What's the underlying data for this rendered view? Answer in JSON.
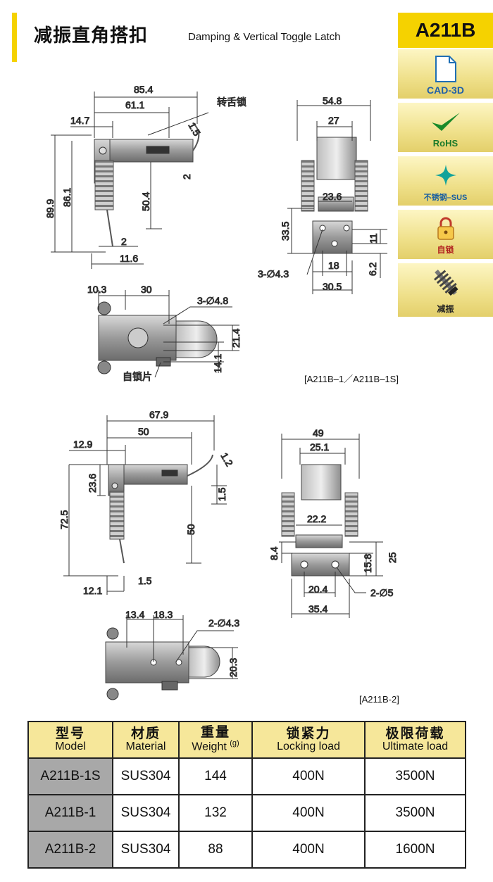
{
  "header": {
    "title_cn": "减振直角搭扣",
    "title_en": "Damping & Vertical Toggle Latch",
    "model": "A211B"
  },
  "badges": [
    {
      "label": "CAD-3D",
      "icon": "document-icon"
    },
    {
      "label": "RoHS",
      "icon": "checkmark-icon"
    },
    {
      "label": "不锈钢–SUS",
      "icon": "sparkle-icon"
    },
    {
      "label": "自锁",
      "icon": "padlock-icon"
    },
    {
      "label": "减振",
      "icon": "spring-icon"
    }
  ],
  "drawing": {
    "top_left": {
      "dims": [
        "85.4",
        "61.1",
        "14.7",
        "1.5",
        "2",
        "89.9",
        "86.1",
        "50.4",
        "2",
        "11.6"
      ],
      "note": "转舌锁"
    },
    "top_right": {
      "dims": [
        "54.8",
        "27",
        "23.6",
        "33.5",
        "11",
        "18",
        "6.2",
        "30.5",
        "3-∅4.3"
      ]
    },
    "mid_left": {
      "dims": [
        "10.3",
        "30",
        "3-∅4.8",
        "21.4",
        "14.1"
      ],
      "note": "自锁片"
    },
    "caption1": "[A211B–1／A211B–1S]",
    "bottom_left": {
      "dims": [
        "67.9",
        "50",
        "12.9",
        "1.2",
        "23.6",
        "1.5",
        "72.5",
        "50",
        "12.1",
        "1.5"
      ]
    },
    "bottom_right": {
      "dims": [
        "49",
        "25.1",
        "22.2",
        "8.4",
        "25",
        "15.8",
        "20.4",
        "2-∅5",
        "35.4"
      ]
    },
    "bottom_plan": {
      "dims": [
        "13.4",
        "18.3",
        "2-∅4.3",
        "20.3"
      ]
    },
    "caption2": "[A211B-2]"
  },
  "table": {
    "headers": [
      {
        "cn": "型号",
        "en": "Model"
      },
      {
        "cn": "材质",
        "en": "Material"
      },
      {
        "cn": "重量",
        "en": "Weight",
        "unit": "(g)"
      },
      {
        "cn": "锁紧力",
        "en": "Locking load"
      },
      {
        "cn": "极限荷载",
        "en": "Ultimate load"
      }
    ],
    "rows": [
      [
        "A211B-1S",
        "SUS304",
        "144",
        "400N",
        "3500N"
      ],
      [
        "A211B-1",
        "SUS304",
        "132",
        "400N",
        "3500N"
      ],
      [
        "A211B-2",
        "SUS304",
        "88",
        "400N",
        "1600N"
      ]
    ]
  },
  "colors": {
    "accent": "#f5d200",
    "header_fill": "#f6e79a",
    "model_fill": "#a8a8a8"
  }
}
